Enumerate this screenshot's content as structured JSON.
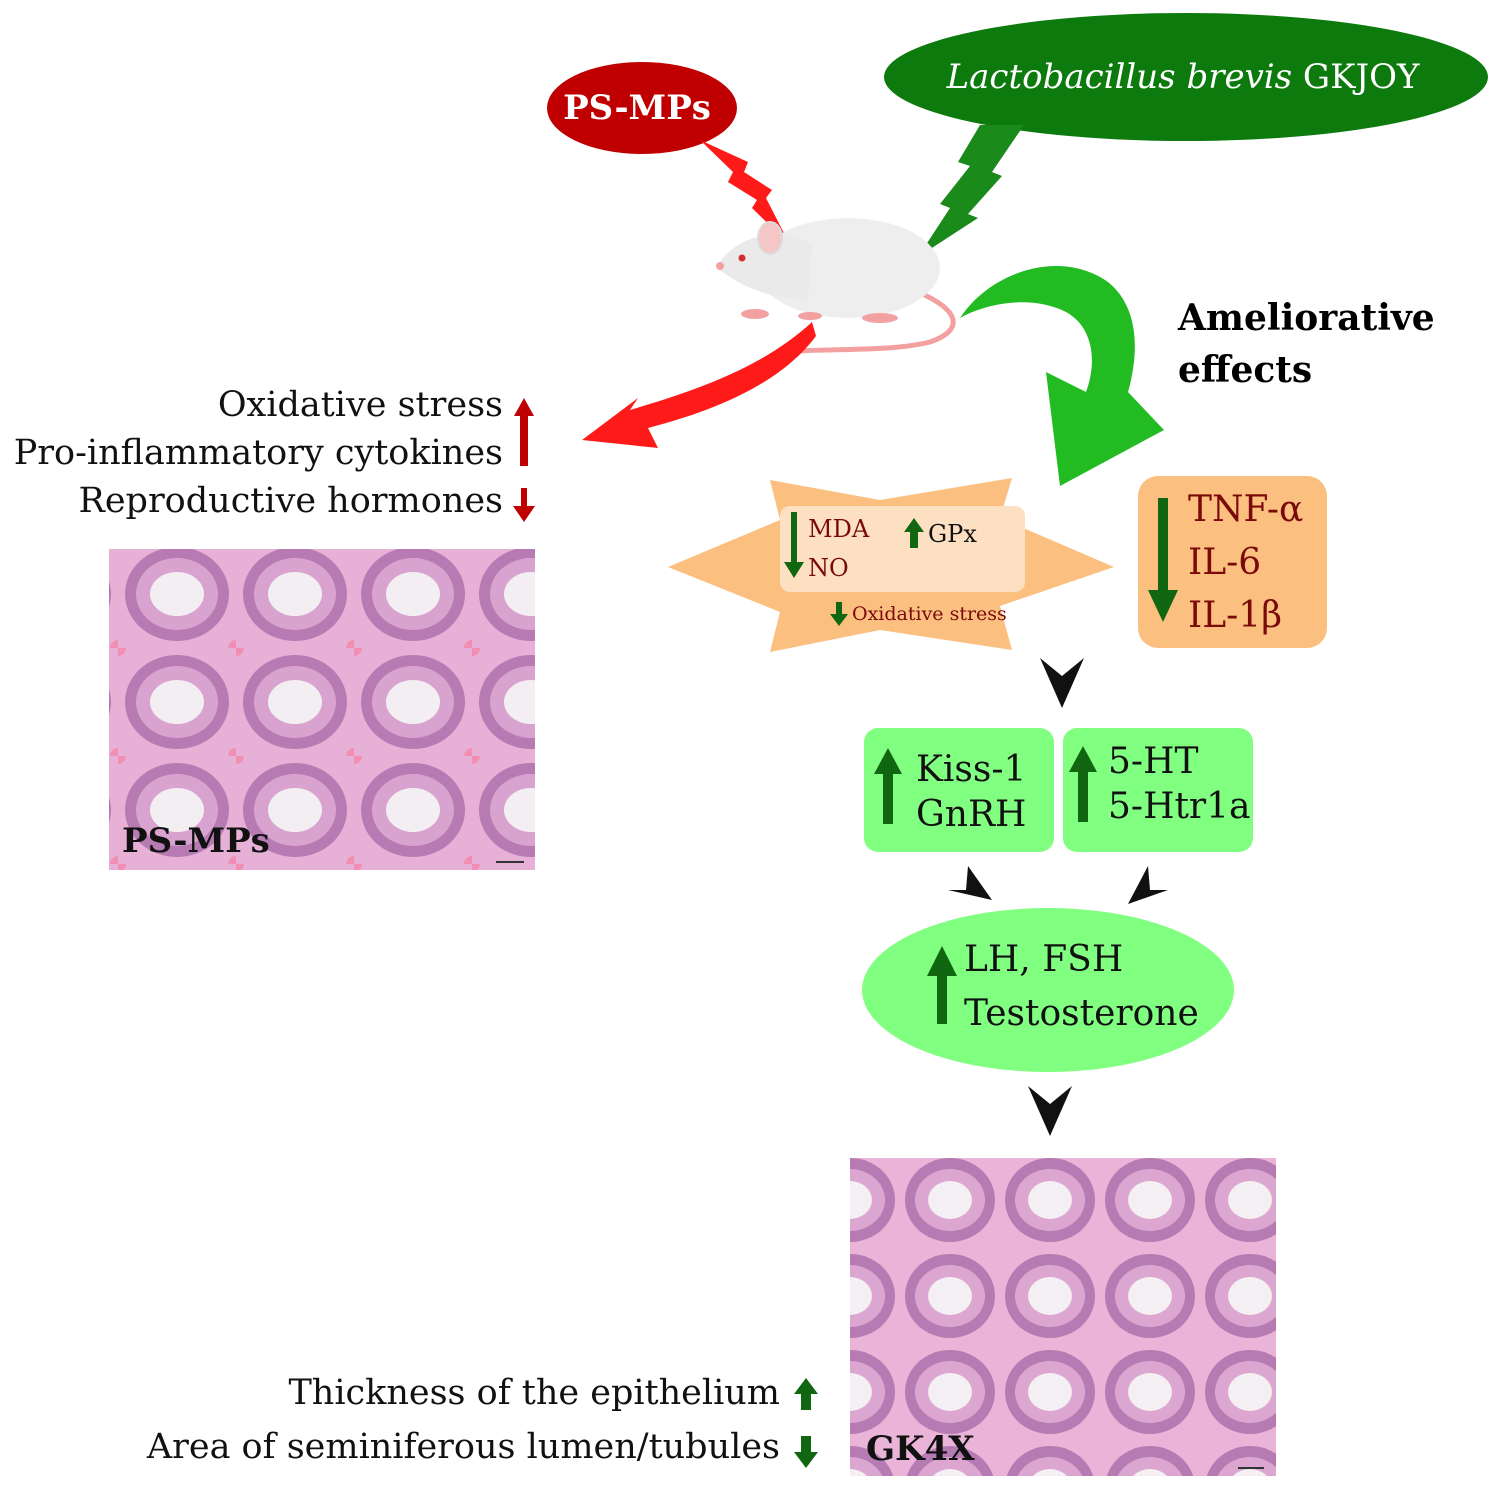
{
  "colors": {
    "red": "#cc0000",
    "bright_red": "#ff1a1a",
    "dark_green": "#116611",
    "bright_green": "#22bb22",
    "orange_box": "#fbbf80",
    "light_green_box": "#80ff80",
    "dark_red_text": "#7a0a0a"
  },
  "top": {
    "toxin_label": "PS-MPs",
    "probiotic_species": "Lactobacillus brevis",
    "probiotic_strain": "GKJOY"
  },
  "animal": {
    "icon": "rat-icon"
  },
  "ameliorative": {
    "line1": "Ameliorative",
    "line2": "effects"
  },
  "toxin_effects": [
    {
      "text": "Oxidative stress",
      "direction": "up"
    },
    {
      "text": "Pro-inflammatory cytokines",
      "direction": "up"
    },
    {
      "text": "Reproductive hormones",
      "direction": "down"
    }
  ],
  "histology": {
    "toxin_image_label": "PS-MPs",
    "treated_image_label": "GK4X"
  },
  "oxidative_box": {
    "mda": "MDA",
    "no": "NO",
    "gpx": "GPx",
    "caption": "Oxidative stress"
  },
  "cytokines": [
    "TNF-α",
    "IL-6",
    "IL-1β"
  ],
  "kiss_box": [
    "Kiss-1",
    "GnRH"
  ],
  "serotonin_box": [
    "5-HT",
    "5-Htr1a"
  ],
  "hormone_box": [
    "LH, FSH",
    "Testosterone"
  ],
  "outcomes": [
    {
      "text": "Thickness of the epithelium",
      "direction": "up"
    },
    {
      "text": "Area of seminiferous lumen/tubules",
      "direction": "down"
    }
  ]
}
